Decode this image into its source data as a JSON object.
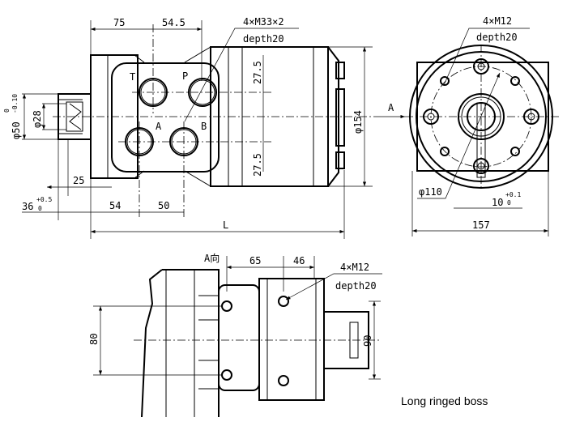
{
  "front_view": {
    "dim_75": "75",
    "dim_54_5": "54.5",
    "port_thread": "4×M33×2",
    "port_depth": "depth20",
    "port_labels": {
      "t": "T",
      "p": "P",
      "a": "A",
      "b": "B"
    },
    "dim_27_5_top": "27.5",
    "dim_27_5_bottom": "27.5",
    "dim_154": "φ154",
    "dim_50": "φ50",
    "dim_50_tol_upper": "0",
    "dim_50_tol_lower": "-0.10",
    "dim_28": "φ28",
    "dim_25": "25",
    "dim_36": "36",
    "dim_36_tol_upper": "+0.5",
    "dim_36_tol_lower": "0",
    "dim_54": "54",
    "dim_50_ports": "50",
    "dim_L": "L"
  },
  "side_view": {
    "view_arrow": "A",
    "bolt_thread": "4×M12",
    "bolt_depth": "depth20",
    "dim_110": "φ110",
    "dim_10": "10",
    "dim_10_tol_upper": "+0.1",
    "dim_10_tol_lower": "0",
    "dim_157": "157"
  },
  "view_a": {
    "title": "A向",
    "dim_65": "65",
    "dim_46": "46",
    "bolt_thread": "4×M12",
    "bolt_depth": "depth20",
    "dim_80": "80",
    "dim_90": "90"
  },
  "caption": "Long ringed boss"
}
